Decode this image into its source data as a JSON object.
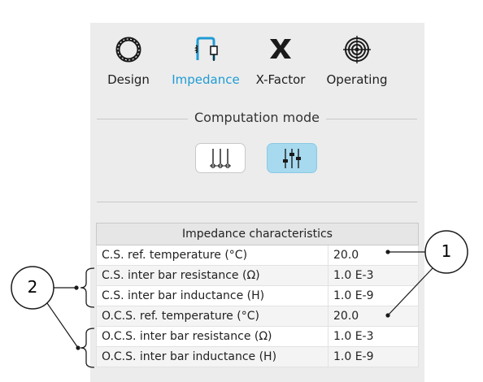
{
  "tabs": [
    {
      "label": "Design",
      "icon": "ring-icon"
    },
    {
      "label": "Impedance",
      "icon": "impedance-icon"
    },
    {
      "label": "X-Factor",
      "icon": "x-icon"
    },
    {
      "label": "Operating",
      "icon": "target-icon"
    }
  ],
  "computation_mode": {
    "title": "Computation mode",
    "modes": [
      "mode-one-icon",
      "mode-two-icon"
    ],
    "selected": 2
  },
  "impedance_table": {
    "header": "Impedance characteristics",
    "rows": [
      {
        "name": "C.S. ref. temperature (°C)",
        "value": "20.0"
      },
      {
        "name": "C.S. inter bar resistance (Ω)",
        "value": "1.0 E-3"
      },
      {
        "name": "C.S. inter bar inductance (H)",
        "value": "1.0 E-9"
      },
      {
        "name": "O.C.S. ref. temperature (°C)",
        "value": "20.0"
      },
      {
        "name": "O.C.S. inter bar resistance (Ω)",
        "value": "1.0 E-3"
      },
      {
        "name": "O.C.S. inter bar inductance (H)",
        "value": "1.0 E-9"
      }
    ]
  },
  "callouts": [
    "1",
    "2"
  ],
  "colors": {
    "accent": "#1f9bd4",
    "selected_mode_bg": "#a7d9ef",
    "panel_bg": "#ececec"
  }
}
